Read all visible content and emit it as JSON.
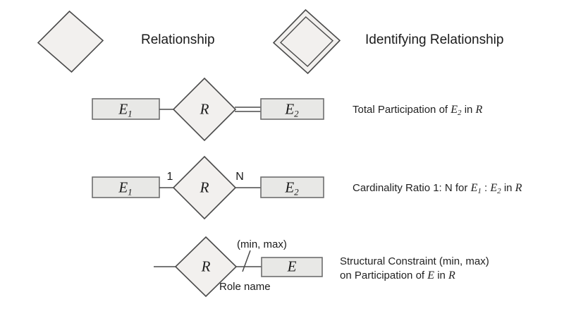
{
  "legend": {
    "relationship": {
      "label": "Relationship",
      "shape": "diamond-icon"
    },
    "identifying_relationship": {
      "label": "Identifying Relationship",
      "shape": "double-diamond-icon"
    }
  },
  "rows": [
    {
      "id": "total-participation",
      "left_entity": "E",
      "left_entity_sub": "1",
      "relationship": "R",
      "right_entity": "E",
      "right_entity_sub": "2",
      "left_connector": "single-line",
      "right_connector": "double-line",
      "caption_prefix": "Total Participation of ",
      "caption_entity": "E",
      "caption_entity_sub": "2",
      "caption_middle": " in ",
      "caption_relationship": "R"
    },
    {
      "id": "cardinality-ratio",
      "left_entity": "E",
      "left_entity_sub": "1",
      "relationship": "R",
      "right_entity": "E",
      "right_entity_sub": "2",
      "left_connector": "single-line",
      "right_connector": "single-line",
      "left_cardinality": "1",
      "right_cardinality": "N",
      "caption_prefix": "Cardinality Ratio 1: N for ",
      "caption_entity_1": "E",
      "caption_entity_1_sub": "1",
      "caption_separator": " : ",
      "caption_entity_2": "E",
      "caption_entity_2_sub": "2",
      "caption_middle": " in ",
      "caption_relationship": "R"
    },
    {
      "id": "structural-constraint",
      "relationship": "R",
      "right_entity": "E",
      "min_max_label": "(min, max)",
      "role_name_label": "Role name",
      "caption_line1": "Structural Constraint (min, max)",
      "caption_line2_prefix": "on Participation of ",
      "caption_line2_entity": "E",
      "caption_line2_middle": " in ",
      "caption_line2_relationship": "R"
    }
  ],
  "colors": {
    "entity_fill": "#e8e8e6",
    "entity_stroke": "#6e6e6e",
    "diamond_fill": "#f2f0ee",
    "diamond_stroke": "#4a4a4a",
    "line": "#4a4a4a",
    "text": "#1a1a1a",
    "background": "#ffffff"
  }
}
